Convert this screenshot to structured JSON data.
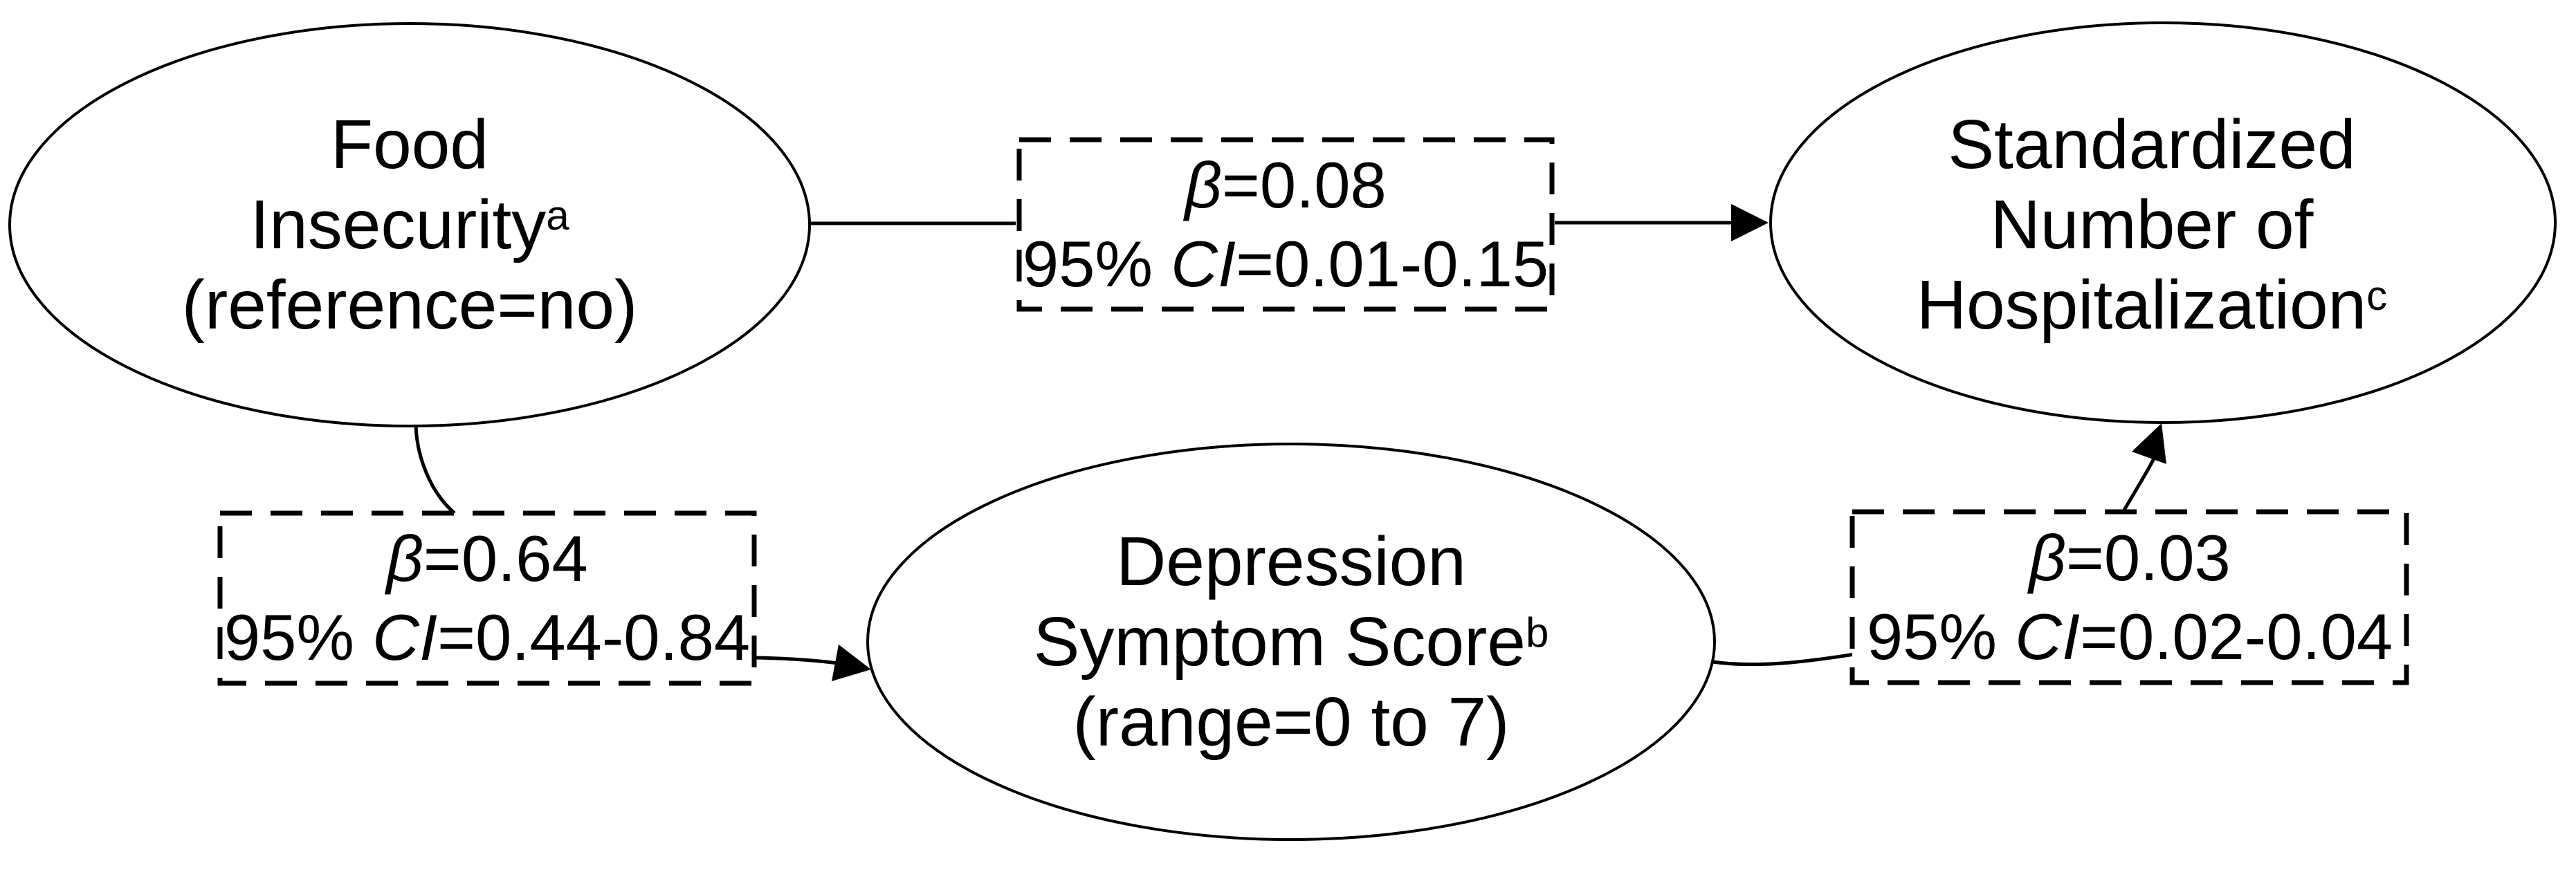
{
  "figure": {
    "background_color": "#ffffff",
    "line_color": "#000000",
    "text_color": "#000000",
    "kind": "mediation-path-diagram"
  },
  "nodes": {
    "exposure": {
      "line1": "Food",
      "line2": "Insecurity",
      "line2_sup": "a",
      "line3": "(reference=no)"
    },
    "mediator": {
      "line1": "Depression",
      "line2": "Symptom Score",
      "line2_sup": "b",
      "line3": "(range=0 to 7)"
    },
    "outcome": {
      "line1": "Standardized",
      "line2": "Number of",
      "line3": "Hospitalization",
      "line3_sup": "c"
    }
  },
  "paths": {
    "direct_effect": {
      "beta_symbol": "β",
      "beta_value": "=0.08",
      "ci_prefix": "95% ",
      "ci_symbol": "CI",
      "ci_value": "=0.01-0.15"
    },
    "exposure_to_mediator": {
      "beta_symbol": "β",
      "beta_value": "=0.64",
      "ci_prefix": "95% ",
      "ci_symbol": "CI",
      "ci_value": "=0.44-0.84"
    },
    "mediator_to_outcome": {
      "beta_symbol": "β",
      "beta_value": "=0.03",
      "ci_prefix": "95% ",
      "ci_symbol": "CI",
      "ci_value": "=0.02-0.04"
    }
  }
}
